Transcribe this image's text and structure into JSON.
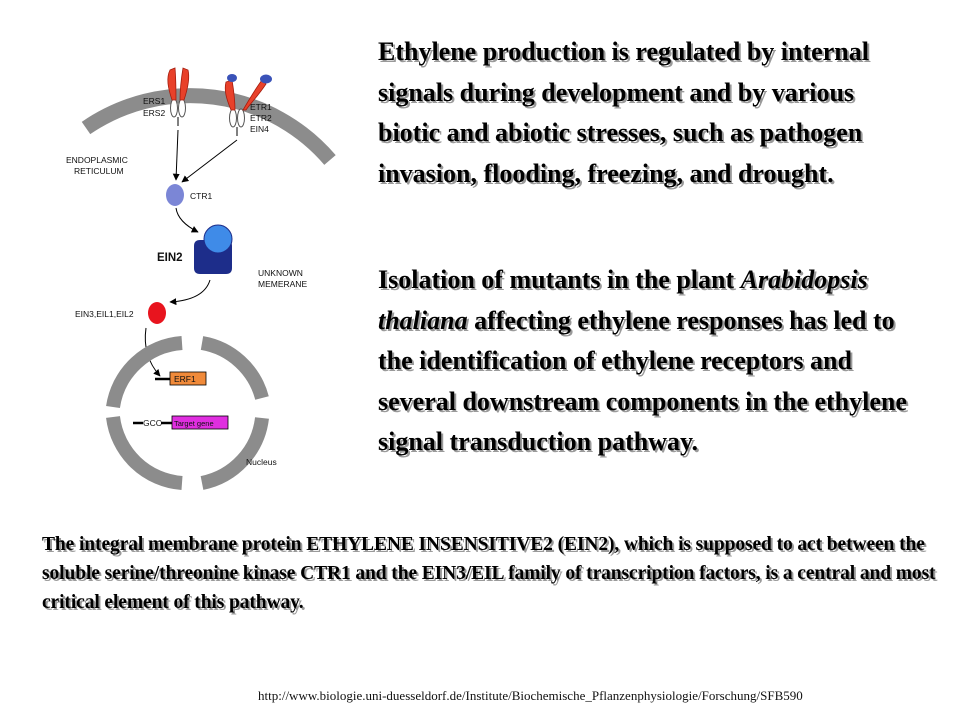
{
  "paragraphs": {
    "p1": "Ethylene production is regulated by internal signals during development and by various biotic and abiotic stresses, such as pathogen invasion, flooding, freezing, and drought.",
    "p2_lead": "Isolation of mutants in the plant ",
    "p2_italic": "Arabidopsis thaliana",
    "p2_rest": " affecting ethylene responses has led to the identification of ethylene receptors and several downstream components in the ethylene signal transduction pathway.",
    "p3": "The integral membrane protein ETHYLENE INSENSITIVE2 (EIN2), which is supposed to act between the soluble serine/threonine kinase CTR1 and the EIN3/EIL family of transcription factors, is a central and most critical element of this pathway."
  },
  "source_url": "http://www.biologie.uni-duesseldorf.de/Institute/Biochemische_Pflanzenphysiologie/Forschung/SFB590",
  "diagram": {
    "labels": {
      "ers": [
        "ERS1",
        "ERS2"
      ],
      "etr": [
        "ETR1",
        "ETR2",
        "EIN4"
      ],
      "er": [
        "ENDOPLASMIC",
        "RETICULUM"
      ],
      "ctr1": "CTR1",
      "ein2": "EIN2",
      "unknown": [
        "UNKNOWN",
        "MEMERANE"
      ],
      "ein3": "EIN3,EIL1,EIL2",
      "erf1": "ERF1",
      "gcc": "GCC",
      "target": "Target gene",
      "nucleus": "Nucleus"
    },
    "colors": {
      "membrane": "#8c8c8c",
      "receptor": "#e8412a",
      "receptor_head": "#3a52b8",
      "ctr1": "#7b86d6",
      "ein2_top": "#3f8be8",
      "ein2_body": "#1d2d8a",
      "ein3": "#e8141e",
      "erf1_box": "#f08a3a",
      "target_box": "#e02ee0"
    }
  }
}
